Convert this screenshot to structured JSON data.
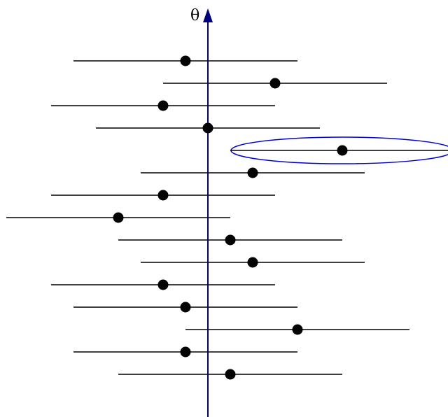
{
  "axis": {
    "label": "θ",
    "color": "#000080"
  },
  "style": {
    "interval_color": "#000000",
    "estimate_color": "#000000",
    "highlight_color": "#0000cc"
  },
  "chart_data": {
    "type": "interval",
    "true_value": 0,
    "intervals": [
      {
        "estimate": -1,
        "lower": -6,
        "upper": 4,
        "highlighted": false
      },
      {
        "estimate": 3,
        "lower": -2,
        "upper": 8,
        "highlighted": false
      },
      {
        "estimate": -2,
        "lower": -7,
        "upper": 3,
        "highlighted": false
      },
      {
        "estimate": 0,
        "lower": -5,
        "upper": 5,
        "highlighted": false
      },
      {
        "estimate": 6,
        "lower": 1,
        "upper": 11,
        "highlighted": true
      },
      {
        "estimate": 2,
        "lower": -3,
        "upper": 7,
        "highlighted": false
      },
      {
        "estimate": -2,
        "lower": -7,
        "upper": 3,
        "highlighted": false
      },
      {
        "estimate": -4,
        "lower": -9,
        "upper": 1,
        "highlighted": false
      },
      {
        "estimate": 1,
        "lower": -4,
        "upper": 6,
        "highlighted": false
      },
      {
        "estimate": 2,
        "lower": -3,
        "upper": 7,
        "highlighted": false
      },
      {
        "estimate": -2,
        "lower": -7,
        "upper": 3,
        "highlighted": false
      },
      {
        "estimate": -1,
        "lower": -6,
        "upper": 4,
        "highlighted": false
      },
      {
        "estimate": 4,
        "lower": -1,
        "upper": 9,
        "highlighted": false
      },
      {
        "estimate": -1,
        "lower": -6,
        "upper": 4,
        "highlighted": false
      },
      {
        "estimate": 1,
        "lower": -4,
        "upper": 6,
        "highlighted": false
      }
    ]
  }
}
